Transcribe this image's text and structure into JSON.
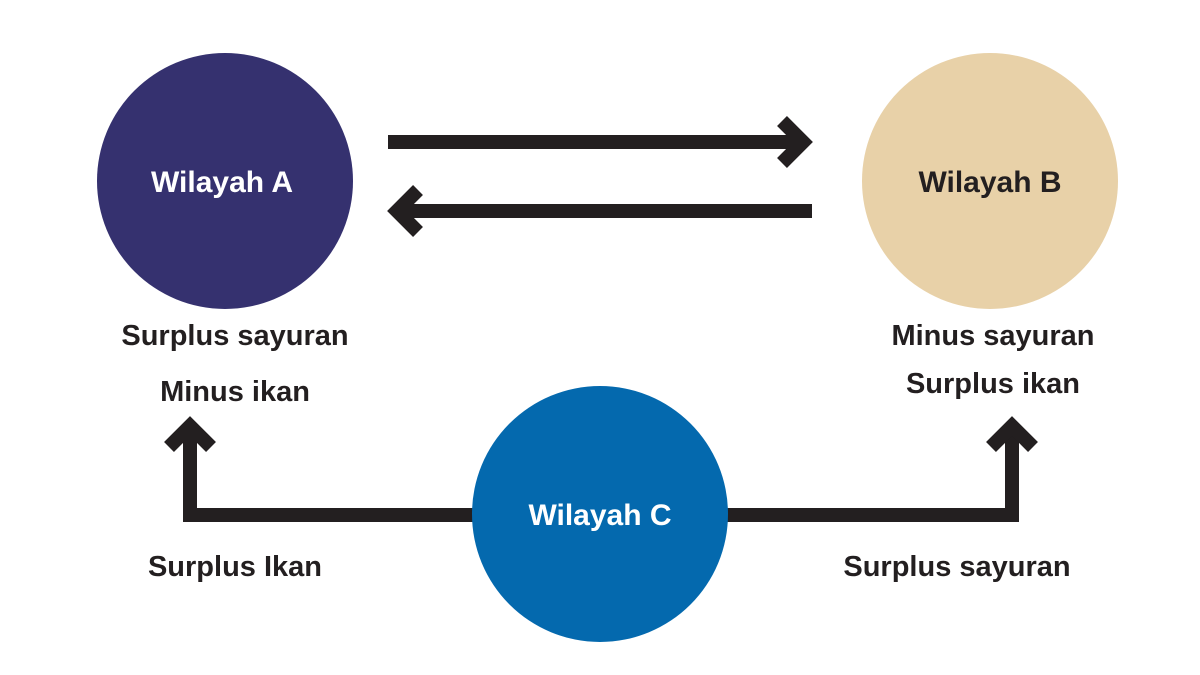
{
  "nodes": {
    "a": {
      "label": "Wilayah A",
      "fill": "#35316f",
      "text_color": "#ffffff"
    },
    "b": {
      "label": "Wilayah B",
      "fill": "#e8d1a8",
      "text_color": "#231f20"
    },
    "c": {
      "label": "Wilayah C",
      "fill": "#0469ae",
      "text_color": "#ffffff"
    }
  },
  "labels": {
    "a_line1": "Surplus sayuran",
    "a_line2": "Minus ikan",
    "b_line1": "Minus sayuran",
    "b_line2": "Surplus ikan",
    "c_left": "Surplus Ikan",
    "c_right": "Surplus sayuran"
  },
  "colors": {
    "arrow": "#231f20"
  }
}
